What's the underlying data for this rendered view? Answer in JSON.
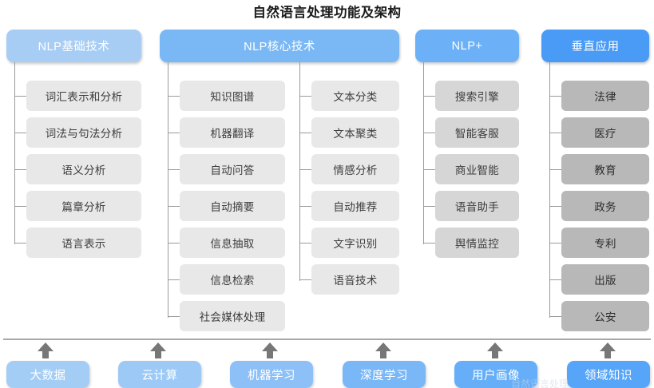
{
  "title": "自然语言处理功能及架构",
  "columns": [
    {
      "id": "nlp-basic",
      "header": "NLP基础技术",
      "header_color": "#a8cdf5",
      "item_shade": "shade-light",
      "items": [
        "词汇表示和分析",
        "词法与句法分析",
        "语义分析",
        "篇章分析",
        "语言表示"
      ]
    },
    {
      "id": "nlp-core",
      "header": "NLP核心技术",
      "header_color": "#7ab8f5",
      "item_shade": "shade-light",
      "items": [
        "知识图谱",
        "机器翻译",
        "自动问答",
        "自动摘要",
        "信息抽取",
        "信息检索",
        "社会媒体处理"
      ]
    },
    {
      "id": "nlp-core-2",
      "header": "",
      "header_color": "",
      "item_shade": "shade-light",
      "items": [
        "文本分类",
        "文本聚类",
        "情感分析",
        "自动推荐",
        "文字识别",
        "语音技术"
      ]
    },
    {
      "id": "nlp-plus",
      "header": "NLP+",
      "header_color": "#6cb1f7",
      "item_shade": "shade-mid",
      "items": [
        "搜索引擎",
        "智能客服",
        "商业智能",
        "语音助手",
        "舆情监控"
      ]
    },
    {
      "id": "vertical-apps",
      "header": "垂直应用",
      "header_color": "#4a9bf5",
      "item_shade": "shade-dark",
      "items": [
        "法律",
        "医疗",
        "教育",
        "政务",
        "专利",
        "出版",
        "公安"
      ]
    }
  ],
  "foundation": {
    "items": [
      {
        "label": "大数据",
        "color": "#a4cdf5"
      },
      {
        "label": "云计算",
        "color": "#9cc9f5"
      },
      {
        "label": "机器学习",
        "color": "#8cc0f6"
      },
      {
        "label": "深度学习",
        "color": "#7ab7f7"
      },
      {
        "label": "用户画像",
        "color": "#66aef8"
      },
      {
        "label": "领域知识",
        "color": "#56a5f8"
      }
    ]
  },
  "watermark": "自然语言处理"
}
